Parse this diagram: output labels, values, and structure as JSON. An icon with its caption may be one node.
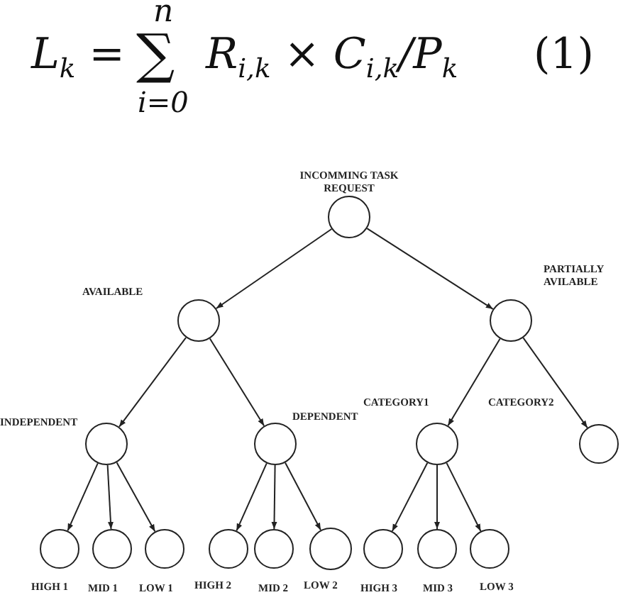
{
  "diagram": {
    "nodes": [
      {
        "text": [],
        "shape": "circle",
        "beside": [
          "INCOMMING TASK REQUEST"
        ]
      },
      {
        "text": [],
        "shape": "circle",
        "beside": [
          "AVAILABLE"
        ]
      },
      {
        "text": [],
        "shape": "circle",
        "beside": [
          "PARTIALLY AVILABLE"
        ]
      },
      {
        "text": [],
        "shape": "circle",
        "beside": [
          "INDEPENDENT"
        ]
      },
      {
        "text": [],
        "shape": "circle",
        "beside": [
          "DEPENDENT"
        ]
      },
      {
        "text": [],
        "shape": "circle",
        "beside": [
          "CATEGORY1"
        ]
      },
      {
        "text": [],
        "shape": "circle",
        "beside": [
          "CATEGORY2"
        ]
      },
      {
        "text": [],
        "shape": "circle",
        "beside": [
          "HIGH 1"
        ]
      },
      {
        "text": [],
        "shape": "circle",
        "beside": [
          "MID 1"
        ]
      },
      {
        "text": [],
        "shape": "circle",
        "beside": [
          "LOW 1"
        ]
      },
      {
        "text": [],
        "shape": "circle",
        "beside": [
          "HIGH 2"
        ]
      },
      {
        "text": [],
        "shape": "circle",
        "beside": [
          "MID 2"
        ]
      },
      {
        "text": [],
        "shape": "circle",
        "beside": [
          "LOW 2"
        ]
      },
      {
        "text": [],
        "shape": "circle",
        "beside": [
          "HIGH 3"
        ]
      },
      {
        "text": [],
        "shape": "circle",
        "beside": [
          "MID 3"
        ]
      },
      {
        "text": [],
        "shape": "circle",
        "beside": [
          "LOW 3"
        ]
      }
    ],
    "edges": [
      {
        "from": 0,
        "to": 1,
        "arrow": "to"
      },
      {
        "from": 0,
        "to": 2,
        "arrow": "to"
      },
      {
        "from": 1,
        "to": 3,
        "arrow": "to"
      },
      {
        "from": 1,
        "to": 4,
        "arrow": "to"
      },
      {
        "from": 2,
        "to": 5,
        "arrow": "to"
      },
      {
        "from": 2,
        "to": 6,
        "arrow": "to"
      },
      {
        "from": 3,
        "to": 7,
        "arrow": "to"
      },
      {
        "from": 3,
        "to": 8,
        "arrow": "to"
      },
      {
        "from": 3,
        "to": 9,
        "arrow": "to"
      },
      {
        "from": 4,
        "to": 10,
        "arrow": "to"
      },
      {
        "from": 4,
        "to": 11,
        "arrow": "to"
      },
      {
        "from": 4,
        "to": 12,
        "arrow": "to"
      },
      {
        "from": 5,
        "to": 13,
        "arrow": "to"
      },
      {
        "from": 5,
        "to": 14,
        "arrow": "to"
      },
      {
        "from": 5,
        "to": 15,
        "arrow": "to"
      }
    ],
    "labels": [
      "L$_{k}$ =",
      "n",
      "∑",
      "i=0",
      "R$_{i,k}$ × C$_{i,k}$/P$_{k}$",
      "(1)"
    ]
  }
}
